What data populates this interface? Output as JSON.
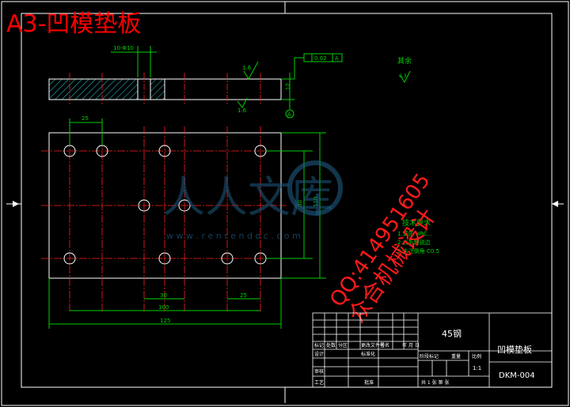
{
  "title": "A3-凹模垫板",
  "colors": {
    "background": "#000000",
    "frame": "#ffffff",
    "center_line": "#ff2020",
    "dimension": "#00d000",
    "watermark_red": "#ff1a1a",
    "watermark_blue": "#1e5a80",
    "title_red": "#ff0000",
    "hatch": "#28c8d8"
  },
  "dimensions": {
    "top_left": "10-Φ10",
    "roughness_a": "1.6",
    "roughness_b": "1.6",
    "thickness": "12",
    "flatness_value": "0.02",
    "flatness_datum": "A",
    "datum_label": "A",
    "hole_spacing_top": "25",
    "inner_height": "80",
    "outer_height": "110",
    "bottom_inner": "30",
    "bottom_right": "25",
    "bottom_mid": "100",
    "bottom_overall": "125",
    "remaining_note": "其余",
    "remaining_roughness": "6.3"
  },
  "notes": {
    "heading": "技术要求",
    "lines": [
      "1.调质 HRC...",
      "2.去毛刺锐边",
      "3.未注倒角 C0.5"
    ]
  },
  "watermark": {
    "big": "人人文库",
    "url": "w w w . r e n r e n d o c . c o m",
    "qq": "QQ:414951605",
    "design": "众合机械设计"
  },
  "title_block": {
    "material": "45钢",
    "part_name": "凹模垫板",
    "drawing_no": "DKM-004",
    "scale": "1:1",
    "col_marks": "标记",
    "col_count": "处数",
    "col_zone": "分区",
    "col_change_doc": "更改文件号",
    "col_sign": "签名",
    "col_date": "年 月 日",
    "row_design": "设计",
    "row_standard": "标准化",
    "row_review": "审核",
    "row_process": "工艺",
    "row_approve": "批准",
    "stage_mark": "阶段标记",
    "weight": "重量",
    "ratio": "比例",
    "sheets": "共 1 张 第 张"
  }
}
